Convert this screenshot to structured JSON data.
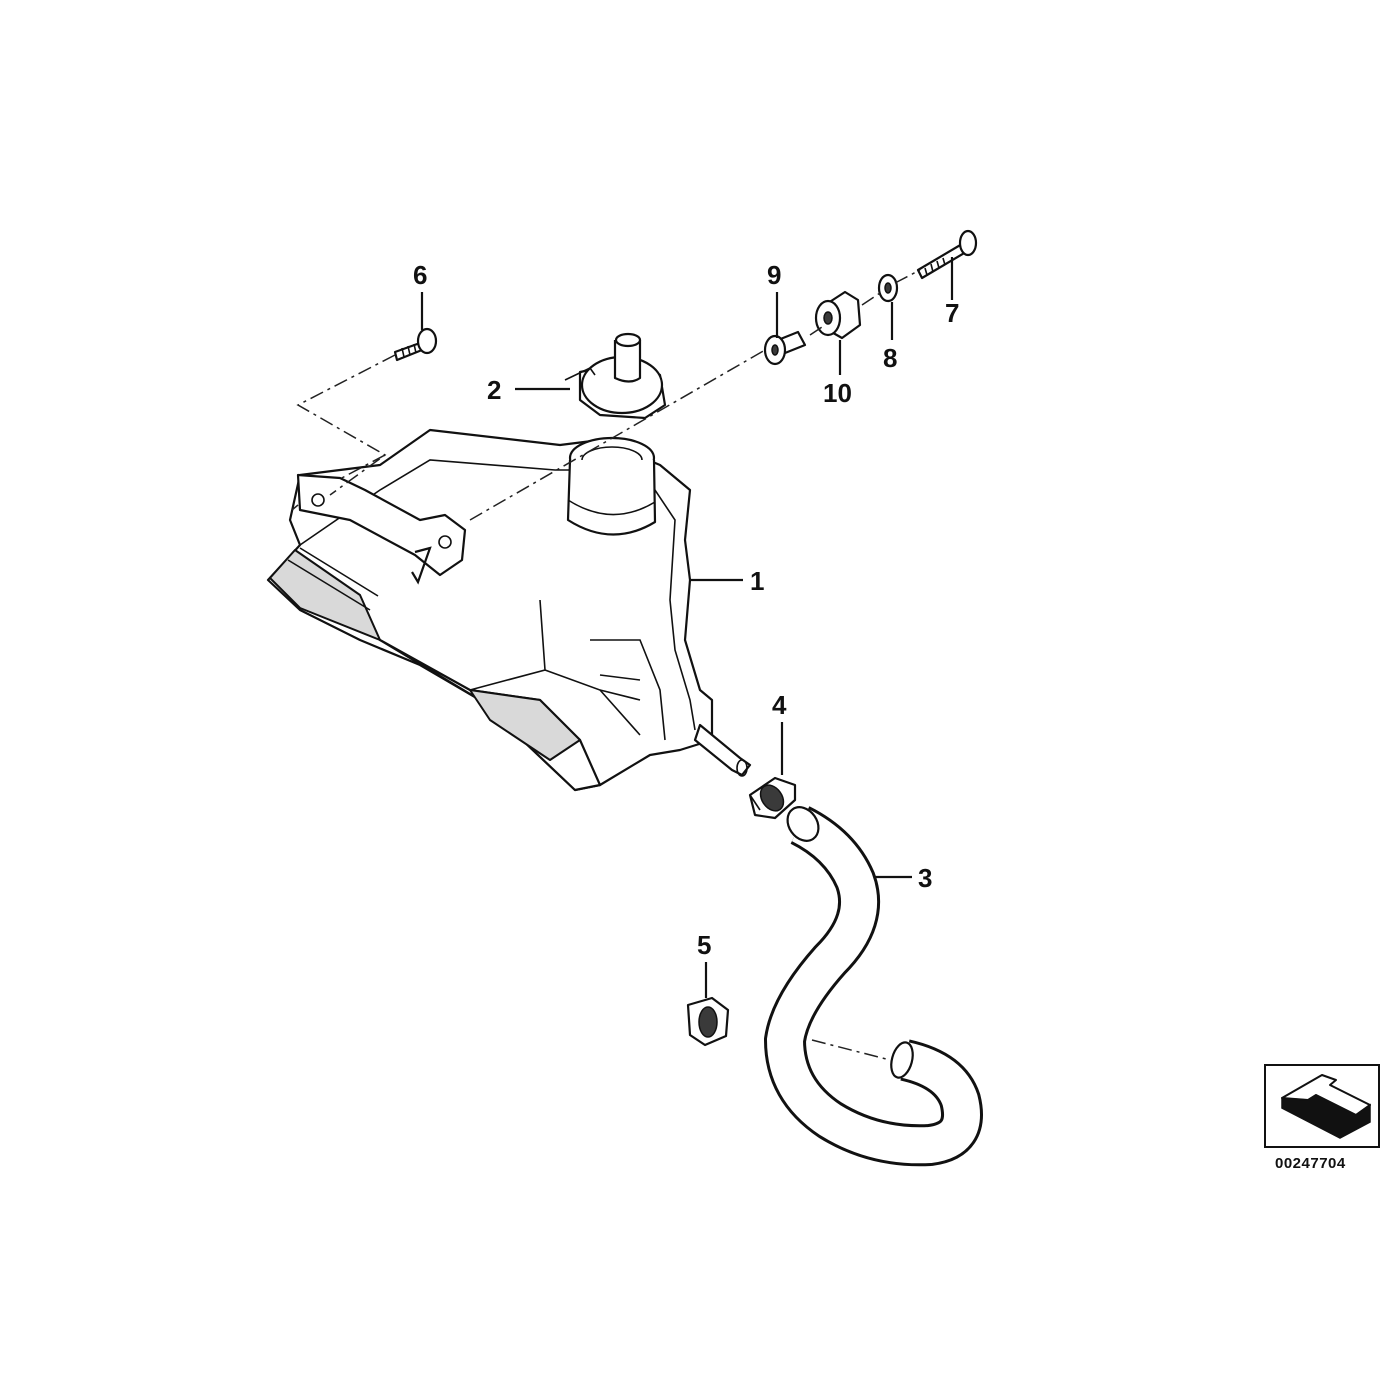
{
  "diagram": {
    "drawing_number": "00247704",
    "callouts": [
      {
        "id": "1",
        "label": "1",
        "part": "expansion-tank"
      },
      {
        "id": "2",
        "label": "2",
        "part": "tank-cap"
      },
      {
        "id": "3",
        "label": "3",
        "part": "overflow-hose"
      },
      {
        "id": "4",
        "label": "4",
        "part": "hose-clamp-upper"
      },
      {
        "id": "5",
        "label": "5",
        "part": "hose-clamp-lower"
      },
      {
        "id": "6",
        "label": "6",
        "part": "screw"
      },
      {
        "id": "7",
        "label": "7",
        "part": "bolt"
      },
      {
        "id": "8",
        "label": "8",
        "part": "washer"
      },
      {
        "id": "9",
        "label": "9",
        "part": "bushing"
      },
      {
        "id": "10",
        "label": "10",
        "part": "rubber-mount"
      }
    ],
    "orientation_icon": "direction-arrow-icon"
  }
}
